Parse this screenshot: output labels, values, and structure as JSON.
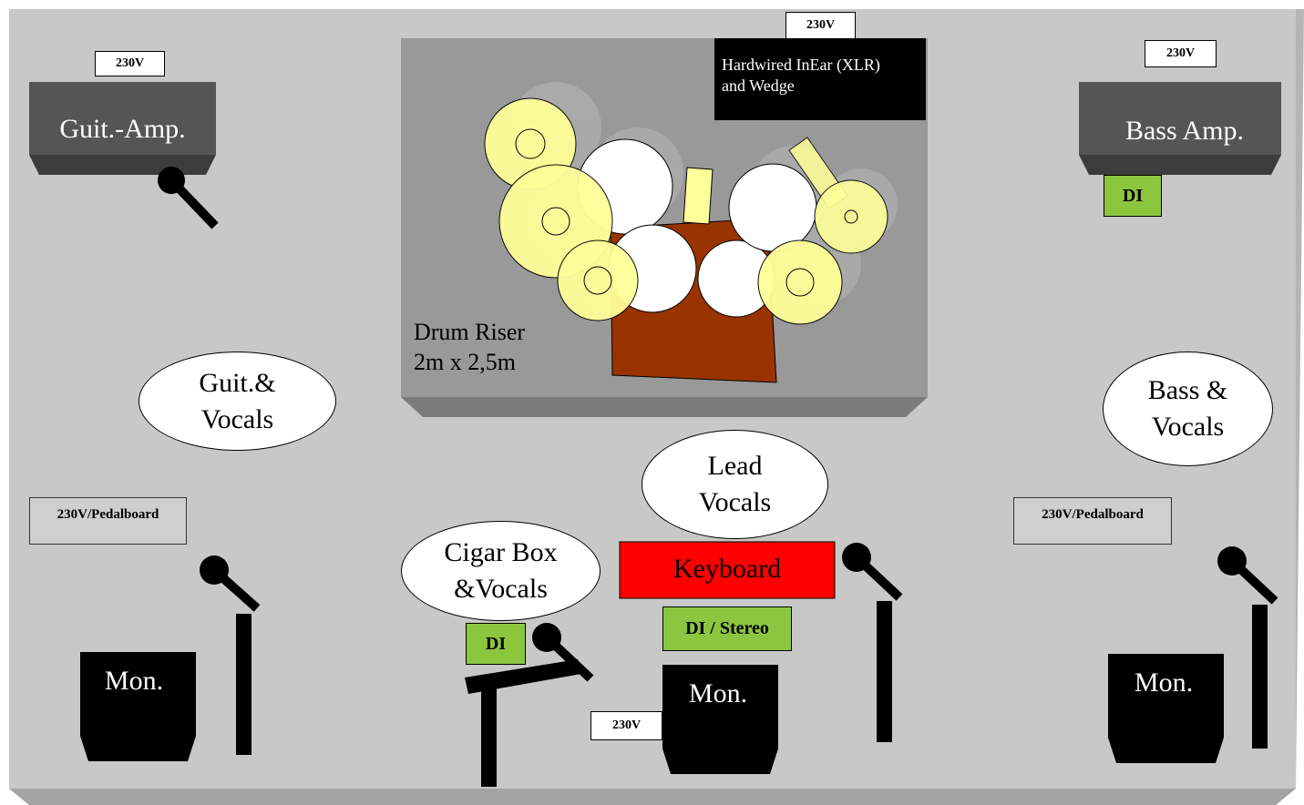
{
  "stage": {
    "amps": {
      "guitar": "Guit.-Amp.",
      "bass": "Bass Amp."
    },
    "power": {
      "guitar_amp": "230V",
      "drums": "230V",
      "bass_amp": "230V",
      "keyboard": "230V",
      "pedalboard_left": "230V/Pedalboard",
      "pedalboard_right": "230V/Pedalboard"
    },
    "drum_riser": {
      "line1": "Drum Riser",
      "line2": "2m x 2,5m"
    },
    "inear": {
      "line1": "Hardwired InEar (XLR)",
      "line2": "and Wedge"
    },
    "vocals": {
      "guitar": {
        "line1": "Guit.&",
        "line2": "Vocals"
      },
      "bass": {
        "line1": "Bass &",
        "line2": "Vocals"
      },
      "lead": {
        "line1": "Lead",
        "line2": "Vocals"
      },
      "cigar": {
        "line1": "Cigar Box",
        "line2": "&Vocals"
      }
    },
    "keyboard": "Keyboard",
    "di": {
      "bass": "DI",
      "cigar": "DI",
      "keyboard": "DI / Stereo"
    },
    "monitors": {
      "left": "Mon.",
      "center": "Mon.",
      "right": "Mon."
    }
  },
  "colors": {
    "stage_floor": "#c8c8c8",
    "riser": "#999999",
    "amp": "#555555",
    "cymbal": "#ffff99",
    "drum": "#ffffff",
    "kick": "#993300",
    "keyboard": "#ff0000",
    "di": "#8cc63f",
    "monitor": "#000000"
  },
  "icons": [
    "microphone-icon",
    "mic-stand-icon"
  ]
}
